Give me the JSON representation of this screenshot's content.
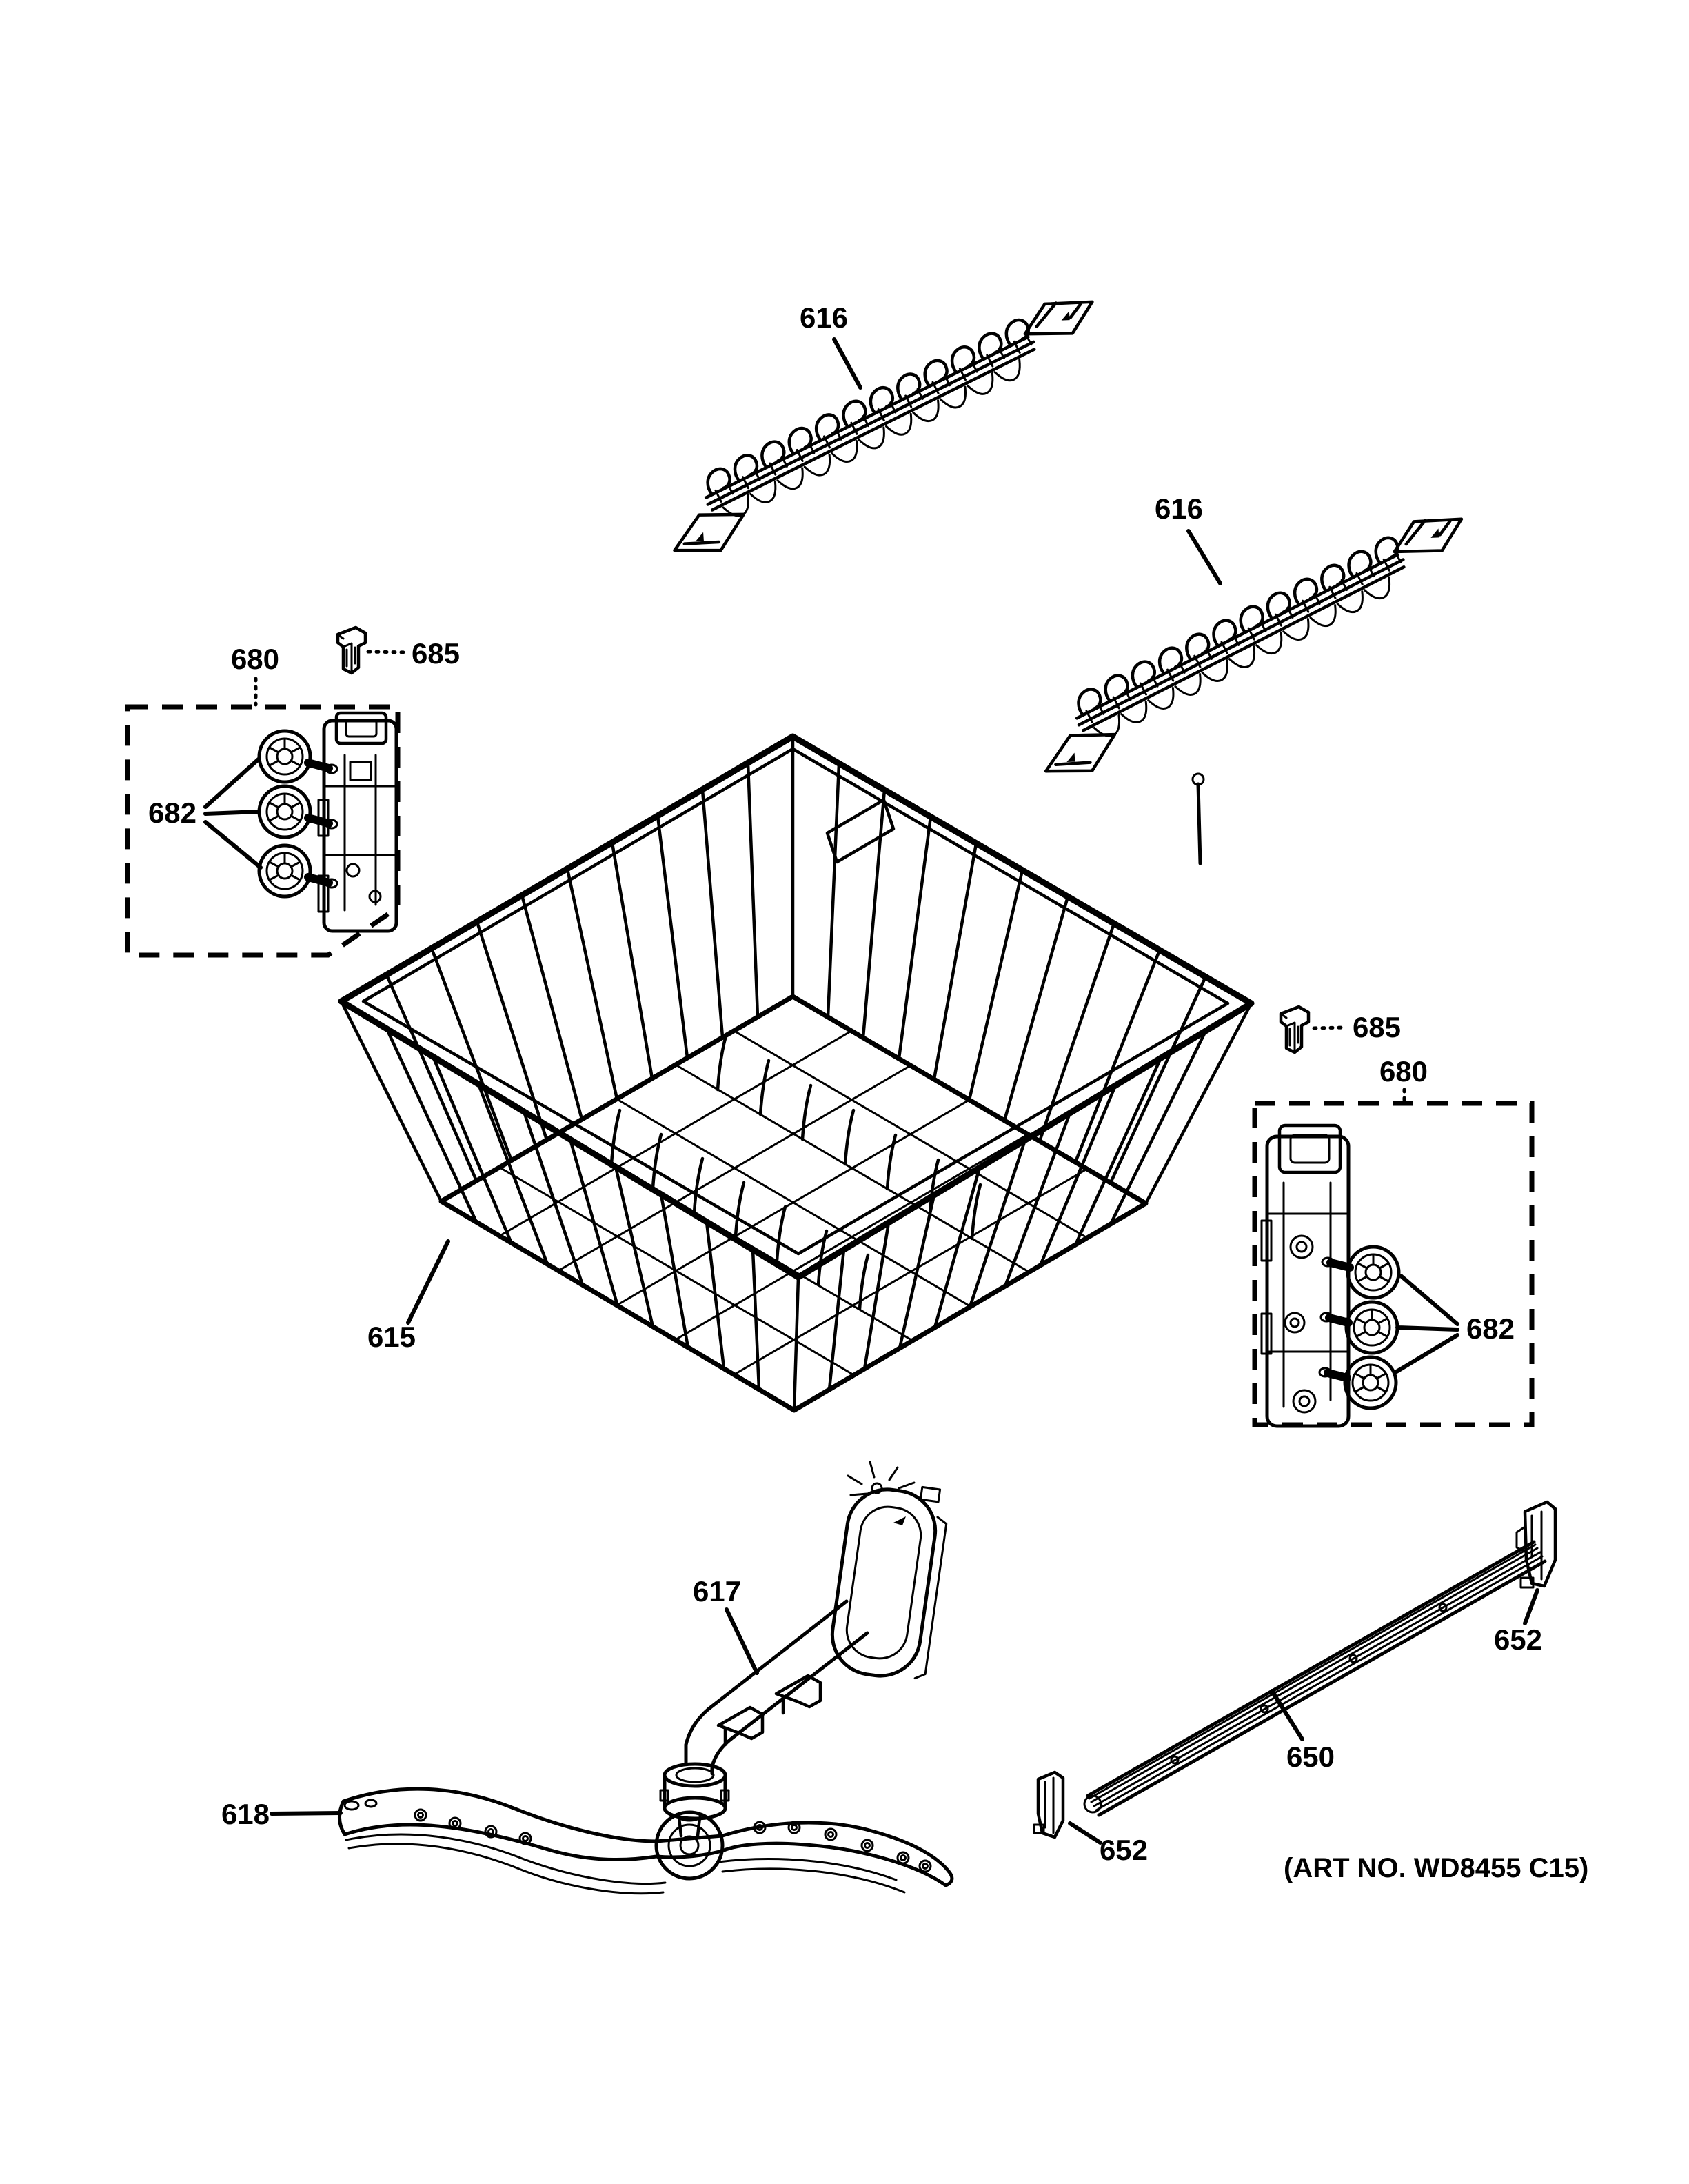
{
  "diagram": {
    "note": "(ART NO. WD8455 C15)",
    "labels": {
      "tine_row_top": "616",
      "tine_row_right": "616",
      "assembly_left": "680",
      "assembly_right": "680",
      "rollers_left": "682",
      "rollers_right": "682",
      "clip_left": "685",
      "clip_right": "685",
      "rack": "615",
      "conduit": "617",
      "spray_arm": "618",
      "rail": "650",
      "end_cap_top": "652",
      "end_cap_bottom": "652"
    },
    "colors": {
      "line": "#000000",
      "background": "#ffffff"
    }
  }
}
